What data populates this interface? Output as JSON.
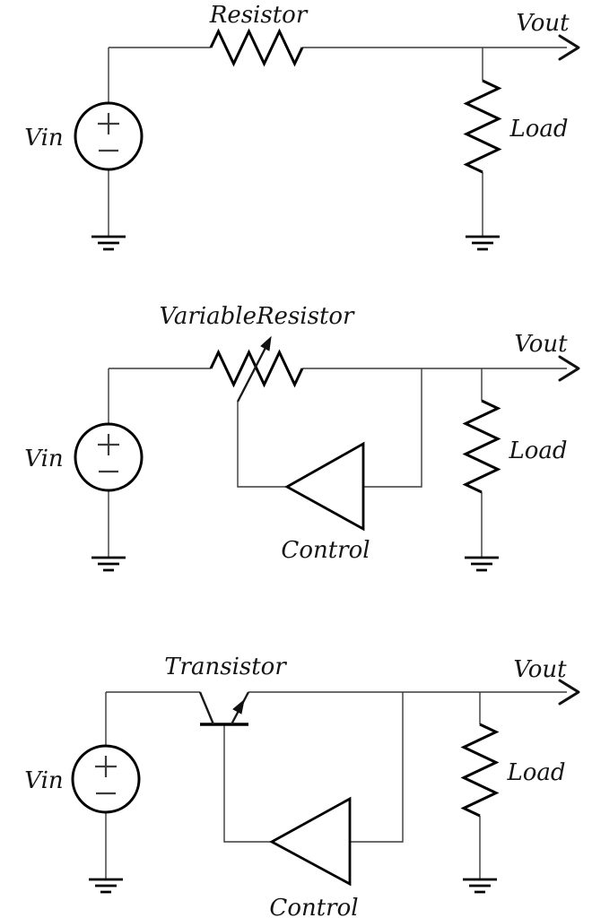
{
  "figure": {
    "description": "Three schematic diagrams of voltage regulation concepts",
    "background_color": "#ffffff",
    "wire_color": "#3a3a3a",
    "component_color": "#000000",
    "text_color": "#141414"
  },
  "circuits": [
    {
      "name": "series-resistor-circuit",
      "labels": {
        "source": "Vin",
        "element": "Resistor",
        "output": "Vout",
        "load": "Load"
      }
    },
    {
      "name": "variable-resistor-feedback-circuit",
      "labels": {
        "source": "Vin",
        "element": "VariableResistor",
        "output": "Vout",
        "load": "Load",
        "control": "Control"
      }
    },
    {
      "name": "transistor-feedback-circuit",
      "labels": {
        "source": "Vin",
        "element": "Transistor",
        "output": "Vout",
        "load": "Load",
        "control": "Control"
      }
    }
  ]
}
